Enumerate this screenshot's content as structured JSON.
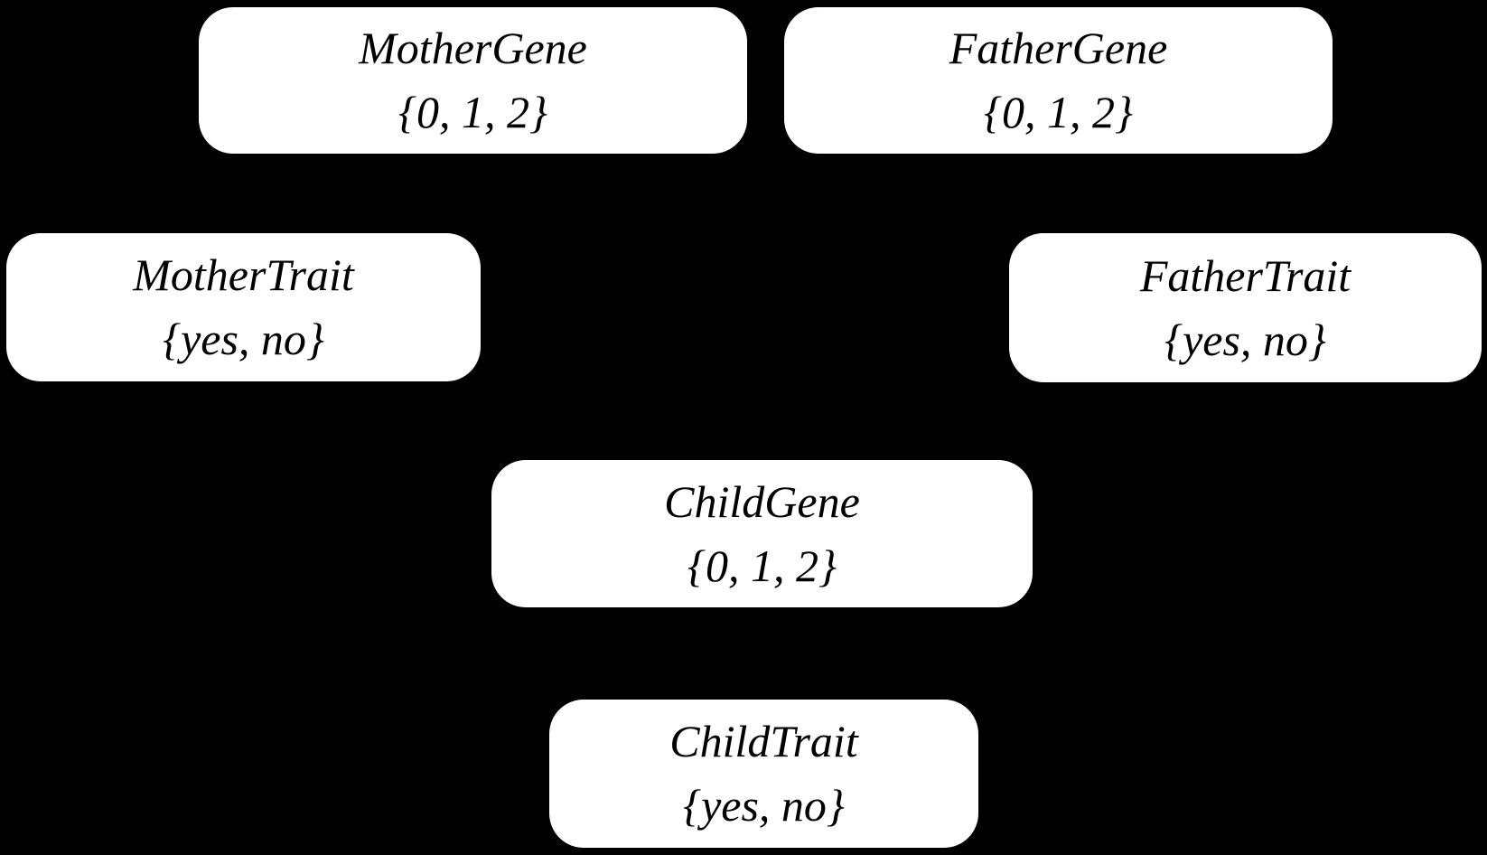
{
  "diagram": {
    "type": "bayesian-network",
    "colors": {
      "background": "#000000",
      "node_fill": "#ffffff",
      "node_text": "#000000"
    },
    "nodes": [
      {
        "id": "mother-gene",
        "label": "MotherGene",
        "domain": "{0, 1, 2}"
      },
      {
        "id": "father-gene",
        "label": "FatherGene",
        "domain": "{0, 1, 2}"
      },
      {
        "id": "mother-trait",
        "label": "MotherTrait",
        "domain": "{yes, no}"
      },
      {
        "id": "father-trait",
        "label": "FatherTrait",
        "domain": "{yes, no}"
      },
      {
        "id": "child-gene",
        "label": "ChildGene",
        "domain": "{0, 1, 2}"
      },
      {
        "id": "child-trait",
        "label": "ChildTrait",
        "domain": "{yes, no}"
      }
    ]
  }
}
